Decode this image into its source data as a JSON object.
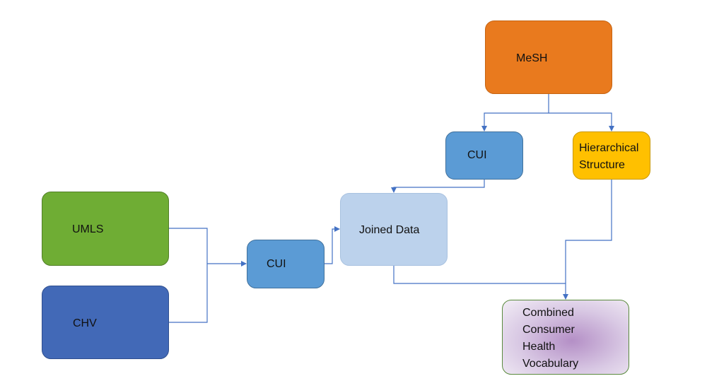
{
  "nodes": {
    "mesh": "MeSH",
    "cui_top": "CUI",
    "hierarchical": "Hierarchical\nStructure",
    "umls": "UMLS",
    "joined": "Joined Data",
    "cui_mid": "CUI",
    "chv": "CHV",
    "combined": "Combined\nConsumer\nHealth\nVocabulary"
  },
  "colors": {
    "connector": "#4472c4",
    "mesh": "#e97a1e",
    "cui": "#5b9bd5",
    "hierarchical": "#ffc000",
    "umls": "#6fad34",
    "joined": "#bcd2ec",
    "chv": "#4269b7",
    "combined_border": "#5a8a3e"
  }
}
